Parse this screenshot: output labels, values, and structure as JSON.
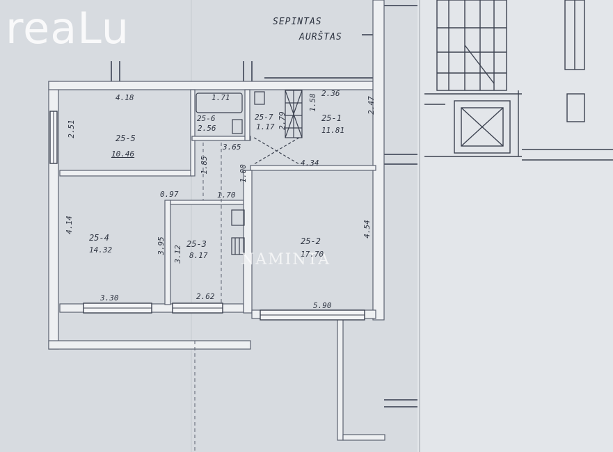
{
  "brand": {
    "logo_text": "reaLu",
    "watermark": "NAMINTA"
  },
  "notes": {
    "line1": "SEPINTAS",
    "line2": "AURŠTAS"
  },
  "rooms": [
    {
      "id": "25-5",
      "area": "10.46"
    },
    {
      "id": "25-6",
      "area": "2.56"
    },
    {
      "id": "25-7",
      "area": "1.17"
    },
    {
      "id": "25-1",
      "area": "11.81"
    },
    {
      "id": "25-4",
      "area": "14.32"
    },
    {
      "id": "25-3",
      "area": "8.17"
    },
    {
      "id": "25-2",
      "area": "17.70"
    }
  ],
  "dimensions": {
    "d_418": "4.18",
    "d_171": "1.71",
    "d_236": "2.36",
    "d_247": "2.47",
    "d_251": "2.51",
    "d_158": "1.58",
    "d_365": "3.65",
    "d_434": "4.34",
    "d_185": "1.85",
    "d_100": "1.00",
    "d_097": "0.97",
    "d_170": "1.70",
    "d_414": "4.14",
    "d_395": "3.95",
    "d_312": "3.12",
    "d_454": "4.54",
    "d_330": "3.30",
    "d_262": "2.62",
    "d_590": "5.90",
    "d_279": "2.79"
  }
}
